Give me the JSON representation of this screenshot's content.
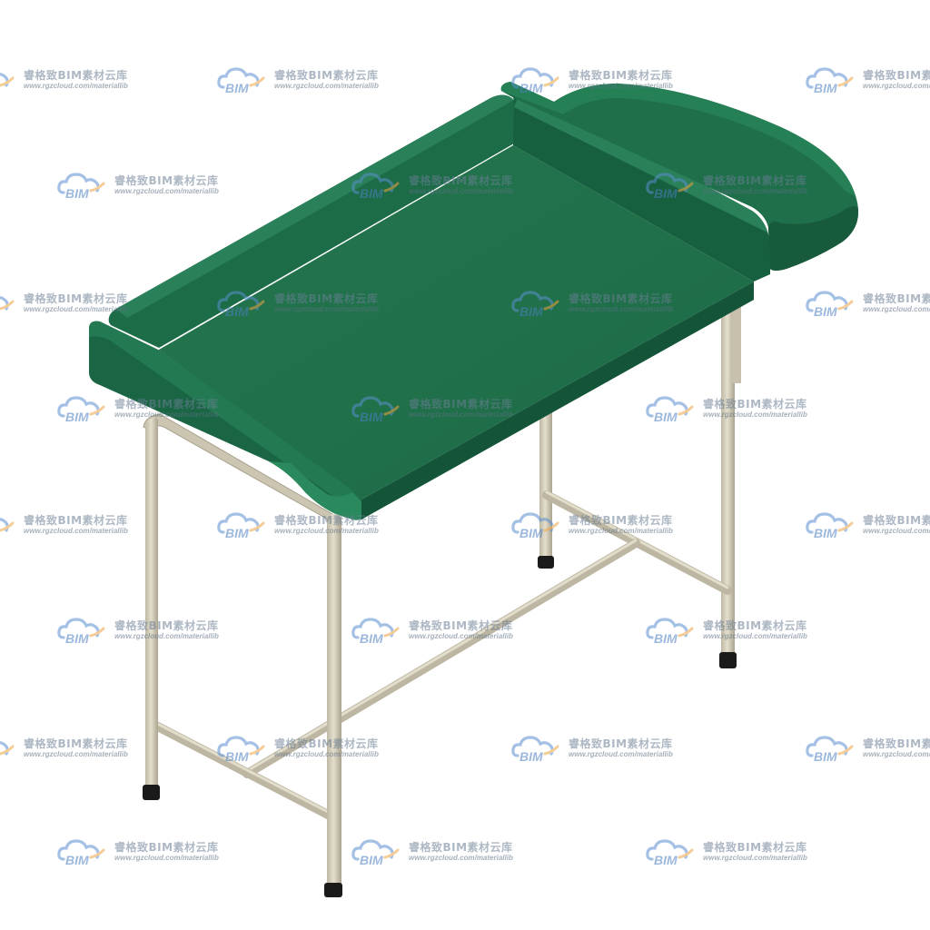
{
  "watermark": {
    "logo_text": "BIM",
    "brand": "睿格致BIM素材云库",
    "url": "www.rgzcloud.com/materiallib"
  },
  "colors": {
    "pad_top": "#1f6e4b",
    "pad_side": "#15583a",
    "pad_dark": "#0f4a30",
    "frame": "#d2ccb8",
    "frame_dark": "#a9a28e",
    "foot": "#1a1a1a",
    "logo_blue": "#5b8fd0",
    "logo_orange": "#f0a441"
  },
  "icons": {
    "logo": "cloud-bim-logo-icon"
  }
}
